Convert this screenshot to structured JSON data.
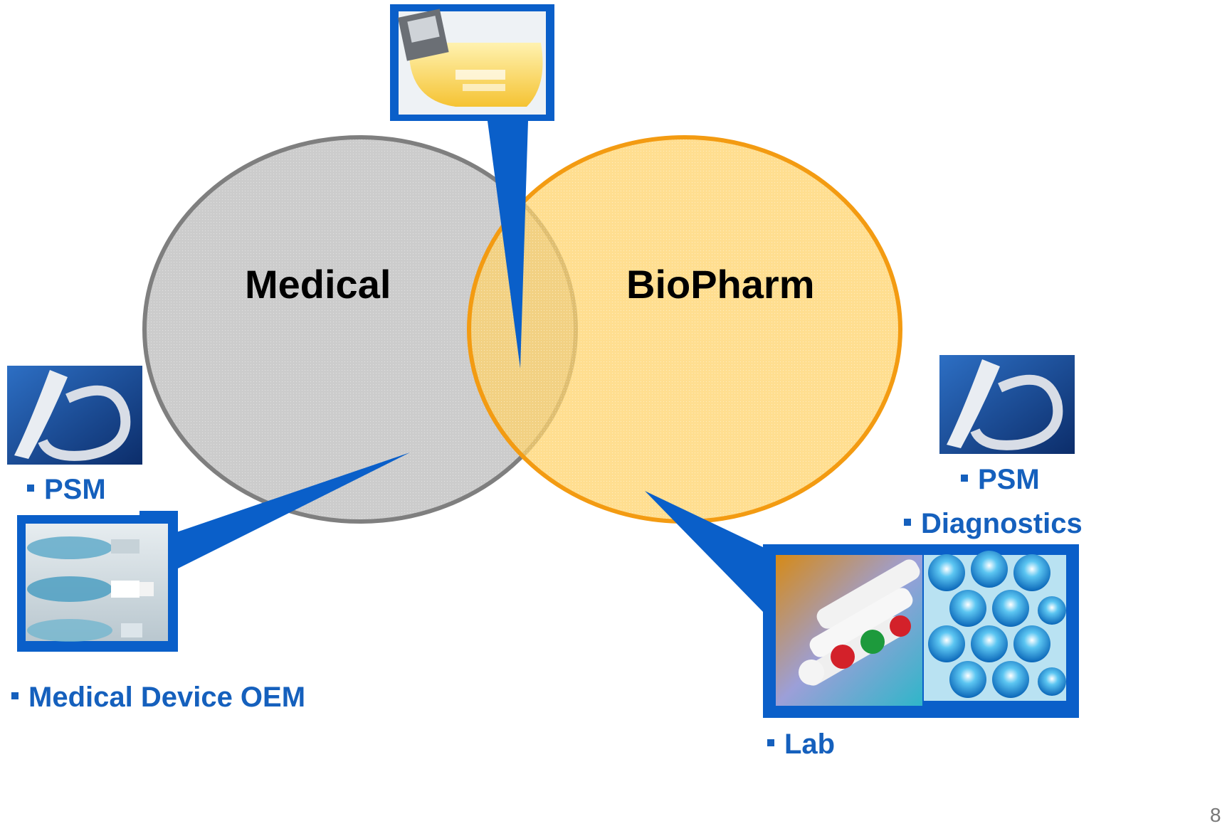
{
  "colors": {
    "accent_blue": "#0a5fc9",
    "medical_fill": "#c8c8c8",
    "medical_stroke": "#7f7f7f",
    "biopharm_fill": "#ffd36b",
    "biopharm_stroke": "#f39b12",
    "bullet_text": "#1560bd"
  },
  "circles": {
    "medical": {
      "label": "Medical"
    },
    "biopharm": {
      "label": "BioPharm"
    }
  },
  "bullets": {
    "left_psm": "PSM",
    "medical_device_oem": "Medical Device OEM",
    "right_psm": "PSM",
    "diagnostics": "Diagnostics",
    "lab": "Lab"
  },
  "icons": {
    "left_logo": "ribbon-logo-icon",
    "right_logo": "ribbon-logo-icon",
    "top_photo": "blood-bag-photo",
    "left_photo": "filter-devices-photo",
    "right_photo": "lab-tubes-beads-photo"
  },
  "page_number": "8"
}
